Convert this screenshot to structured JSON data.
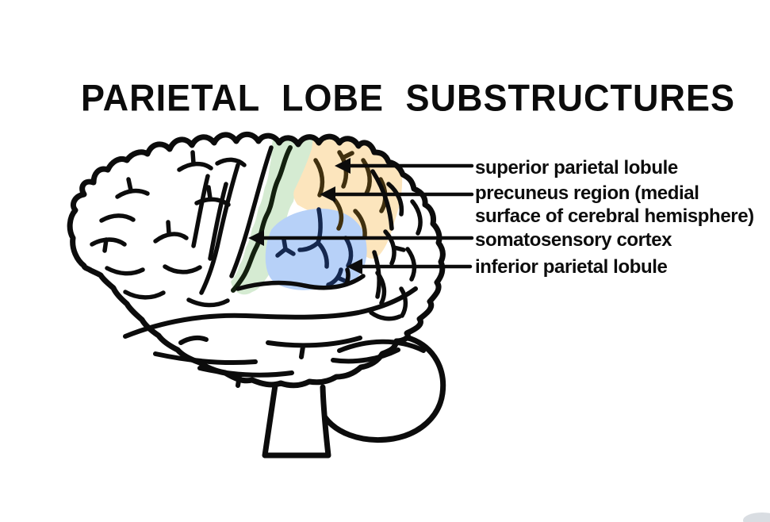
{
  "title": "PARIETAL LOBE SUBSTRUCTURES",
  "colors": {
    "background": "#ffffff",
    "outline": "#0c0c0c",
    "somatosensory_green": "#d5ebd2",
    "parietal_orange": "#fce5bd",
    "inferior_blue": "#b7d1f8",
    "orange_sulci": "#40300f",
    "blue_sulci": "#15284f",
    "corner_mark": "#ccd2d8"
  },
  "regions": [
    {
      "id": "somatosensory-cortex",
      "color_key": "somatosensory_green"
    },
    {
      "id": "superior-parietal-lobule-precuneus",
      "color_key": "parietal_orange"
    },
    {
      "id": "inferior-parietal-lobule",
      "color_key": "inferior_blue"
    }
  ],
  "annotations": [
    {
      "id": "superior-parietal-lobule",
      "lines": [
        "superior parietal lobule"
      ]
    },
    {
      "id": "precuneus-region",
      "lines": [
        "precuneus region (medial",
        "surface of cerebral hemisphere)"
      ]
    },
    {
      "id": "somatosensory-cortex",
      "lines": [
        "somatosensory cortex"
      ]
    },
    {
      "id": "inferior-parietal-lobule",
      "lines": [
        "inferior parietal lobule"
      ]
    }
  ]
}
